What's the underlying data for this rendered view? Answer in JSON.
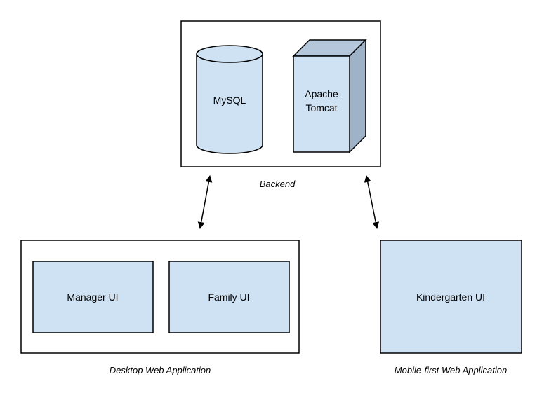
{
  "colors": {
    "node_fill": "#cfe2f3",
    "cube_side": "#9fb3c8",
    "cube_top": "#b5c8db",
    "line": "#000000",
    "background": "#ffffff"
  },
  "backend": {
    "caption": "Backend",
    "mysql": {
      "label": "MySQL",
      "shape": "cylinder"
    },
    "tomcat": {
      "label_line1": "Apache",
      "label_line2": "Tomcat",
      "shape": "cube"
    }
  },
  "desktop": {
    "caption": "Desktop Web Application",
    "manager": {
      "label": "Manager UI"
    },
    "family": {
      "label": "Family UI"
    }
  },
  "mobile": {
    "caption": "Mobile-first Web Application",
    "kindergarten": {
      "label": "Kindergarten UI"
    }
  },
  "connections": [
    {
      "from": "Backend",
      "to": "Desktop Web Application",
      "type": "bidirectional"
    },
    {
      "from": "Backend",
      "to": "Mobile-first Web Application",
      "type": "bidirectional"
    }
  ]
}
